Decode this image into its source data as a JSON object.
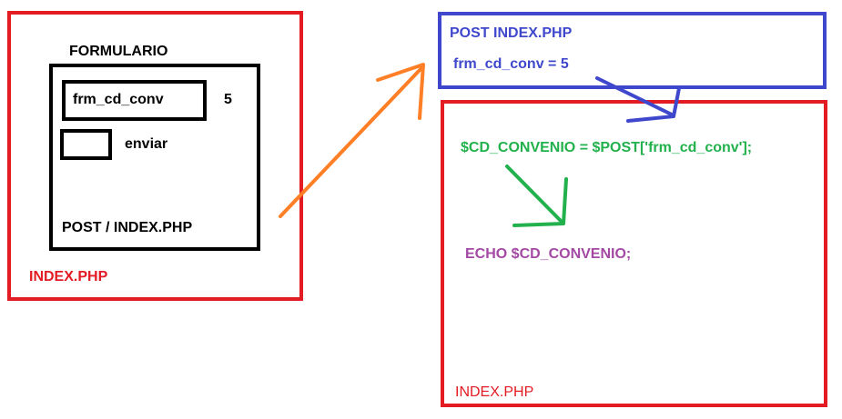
{
  "left_panel": {
    "form_title": "FORMULARIO",
    "field_name": "frm_cd_conv",
    "field_value": "5",
    "submit_label": "enviar",
    "form_action": "POST / INDEX.PHP",
    "file_label": "INDEX.PHP"
  },
  "post_panel": {
    "title": "POST INDEX.PHP",
    "value": "frm_cd_conv = 5"
  },
  "right_panel": {
    "assign_code": "$CD_CONVENIO = $POST['frm_cd_conv'];",
    "echo_code": "ECHO $CD_CONVENIO;",
    "file_label": "INDEX.PHP"
  },
  "colors": {
    "red": "#e31b23",
    "blue": "#3f48cc",
    "black": "#000000",
    "green": "#22b14c",
    "orange": "#ff7f27",
    "purple": "#a349a4"
  }
}
